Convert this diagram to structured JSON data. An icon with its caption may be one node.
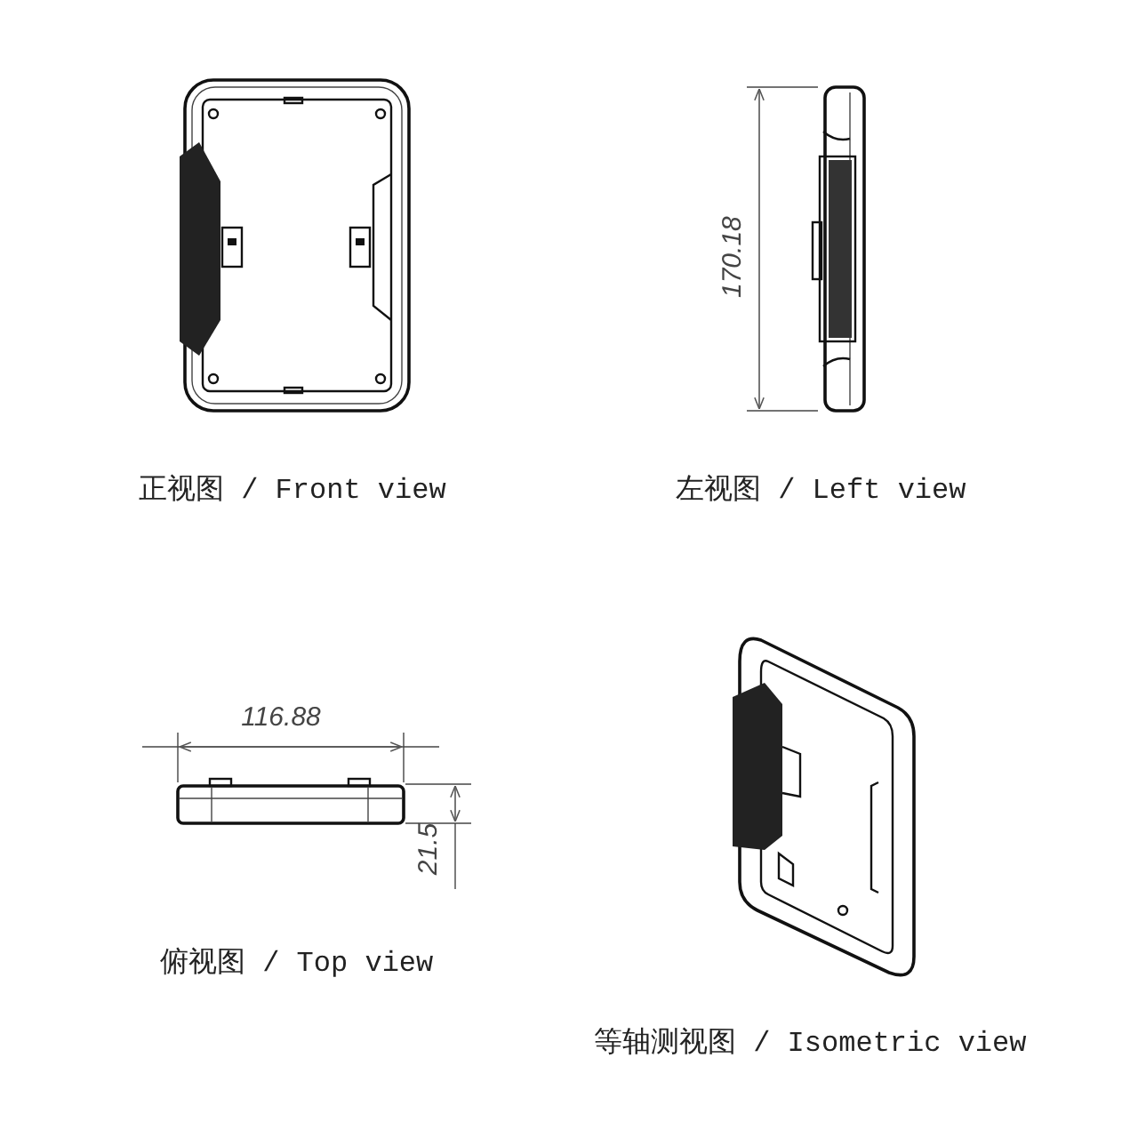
{
  "diagram": {
    "labels": [
      "170.18",
      "正视图 / Front view",
      "左视图 / Left view",
      "116.88",
      "21.5",
      "俯视图 / Top view",
      "等轴测视图 / Isometric view"
    ]
  }
}
